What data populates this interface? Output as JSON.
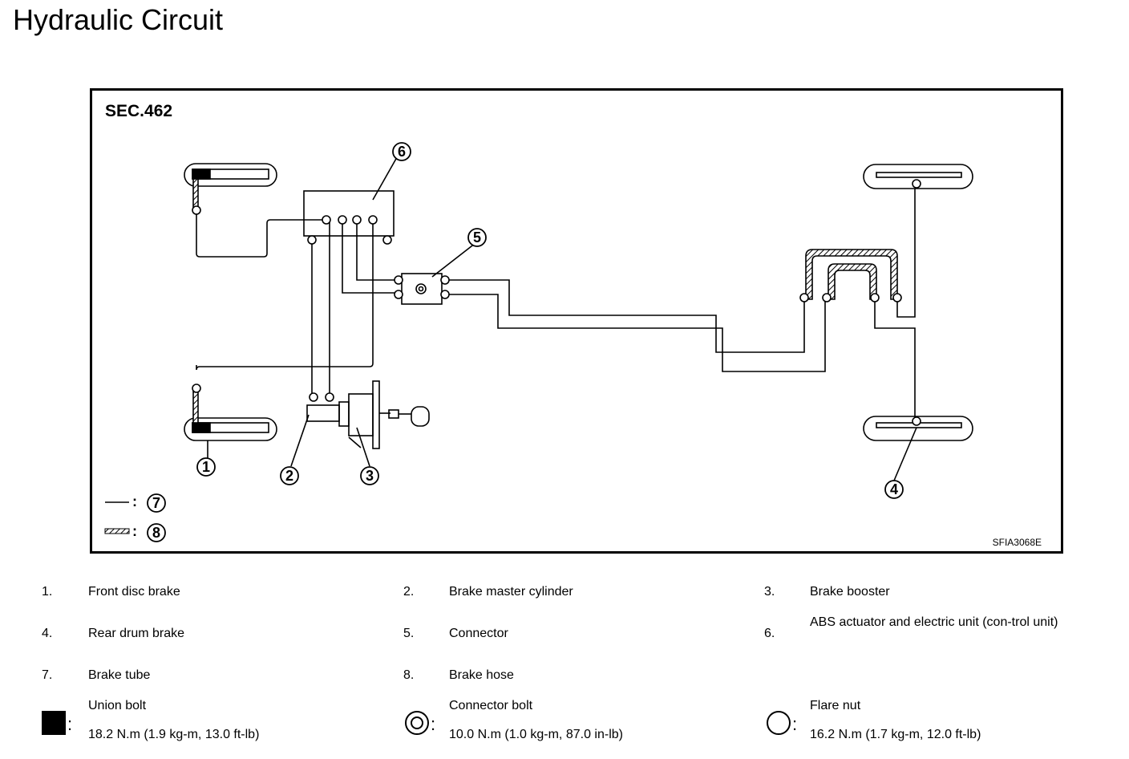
{
  "title": "Hydraulic Circuit",
  "diagram": {
    "section": "SEC.462",
    "figure_code": "SFIA3068E",
    "callouts": [
      "1",
      "2",
      "3",
      "4",
      "5",
      "6",
      "7",
      "8"
    ]
  },
  "legend": [
    {
      "num": "1.",
      "label": "Front disc brake"
    },
    {
      "num": "2.",
      "label": "Brake master cylinder"
    },
    {
      "num": "3.",
      "label": "Brake booster"
    },
    {
      "num": "4.",
      "label": "Rear drum brake"
    },
    {
      "num": "5.",
      "label": "Connector"
    },
    {
      "num": "6.",
      "label": "ABS actuator and electric unit (con-trol unit)"
    },
    {
      "num": "7.",
      "label": "Brake tube"
    },
    {
      "num": "8.",
      "label": "Brake hose"
    }
  ],
  "torque": [
    {
      "icon": "filled-square-icon",
      "name": "Union bolt",
      "value": "18.2 N.m (1.9 kg-m, 13.0 ft-lb)"
    },
    {
      "icon": "double-circle-icon",
      "name": "Connector bolt",
      "value": "10.0 N.m (1.0 kg-m, 87.0 in-lb)"
    },
    {
      "icon": "circle-icon",
      "name": "Flare nut",
      "value": "16.2 N.m (1.7 kg-m, 12.0 ft-lb)"
    }
  ]
}
